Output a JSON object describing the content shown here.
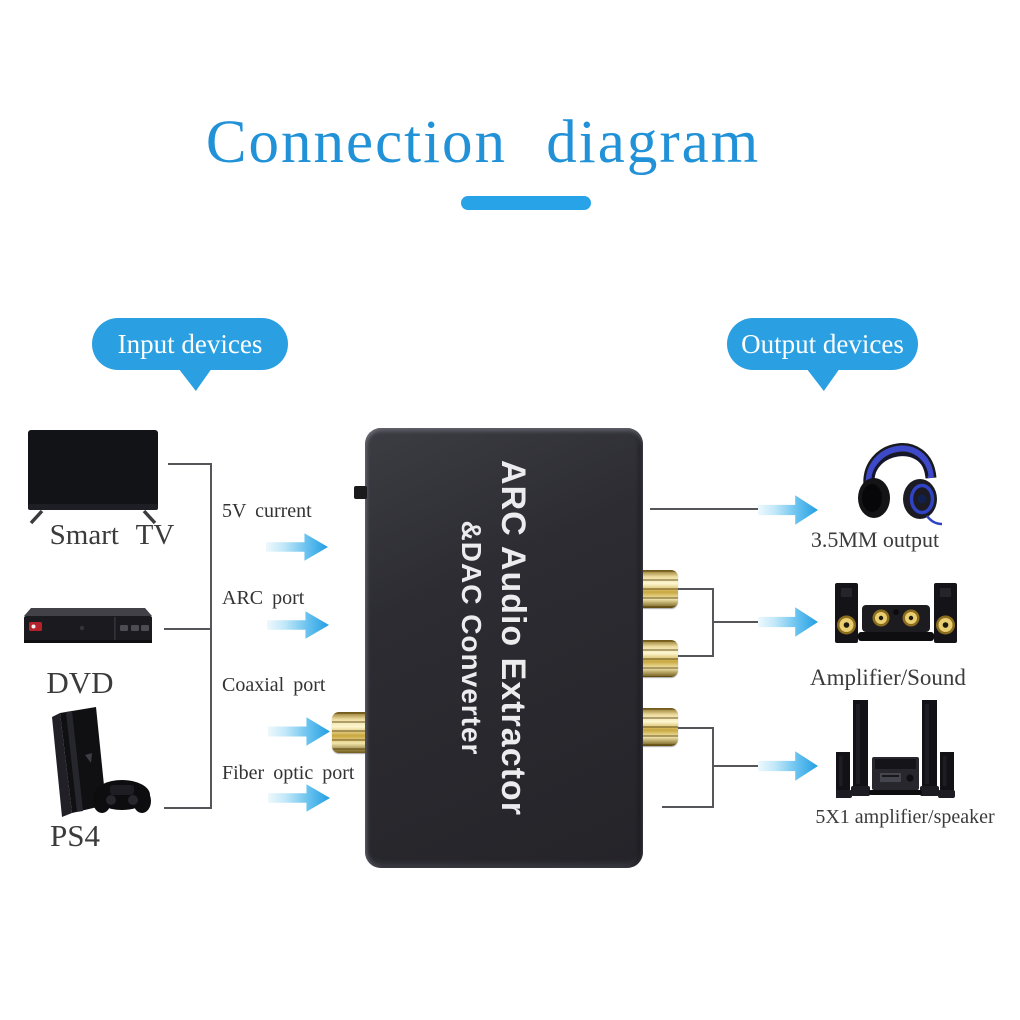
{
  "title": "Connection diagram",
  "input_section": {
    "bubble_label": "Input devices",
    "devices": [
      {
        "name": "Smart TV",
        "icon": "smart-tv-icon"
      },
      {
        "name": "DVD",
        "icon": "dvd-player-icon"
      },
      {
        "name": "PS4",
        "icon": "ps4-console-icon"
      }
    ],
    "port_labels": [
      "5V current",
      "ARC port",
      "Coaxial port",
      "Fiber optic port"
    ]
  },
  "converter_device": {
    "title_line1": "ARC Audio Extractor",
    "title_line2": "&DAC Converter"
  },
  "output_section": {
    "bubble_label": "Output devices",
    "devices": [
      {
        "name": "3.5MM output",
        "icon": "headphones-icon"
      },
      {
        "name": "Amplifier/Sound",
        "icon": "amplifier-sound-system-icon"
      },
      {
        "name": "5X1 amplifier/speaker",
        "icon": "home-theater-5x1-icon"
      }
    ]
  },
  "colors": {
    "title_blue": "#2191d8",
    "bubble_blue": "#2aa0e2",
    "arrow_blue": "#239ee2",
    "line_gray": "#55565a",
    "device_black": "#2c2c32",
    "connector_gold": "#d9b84a"
  }
}
